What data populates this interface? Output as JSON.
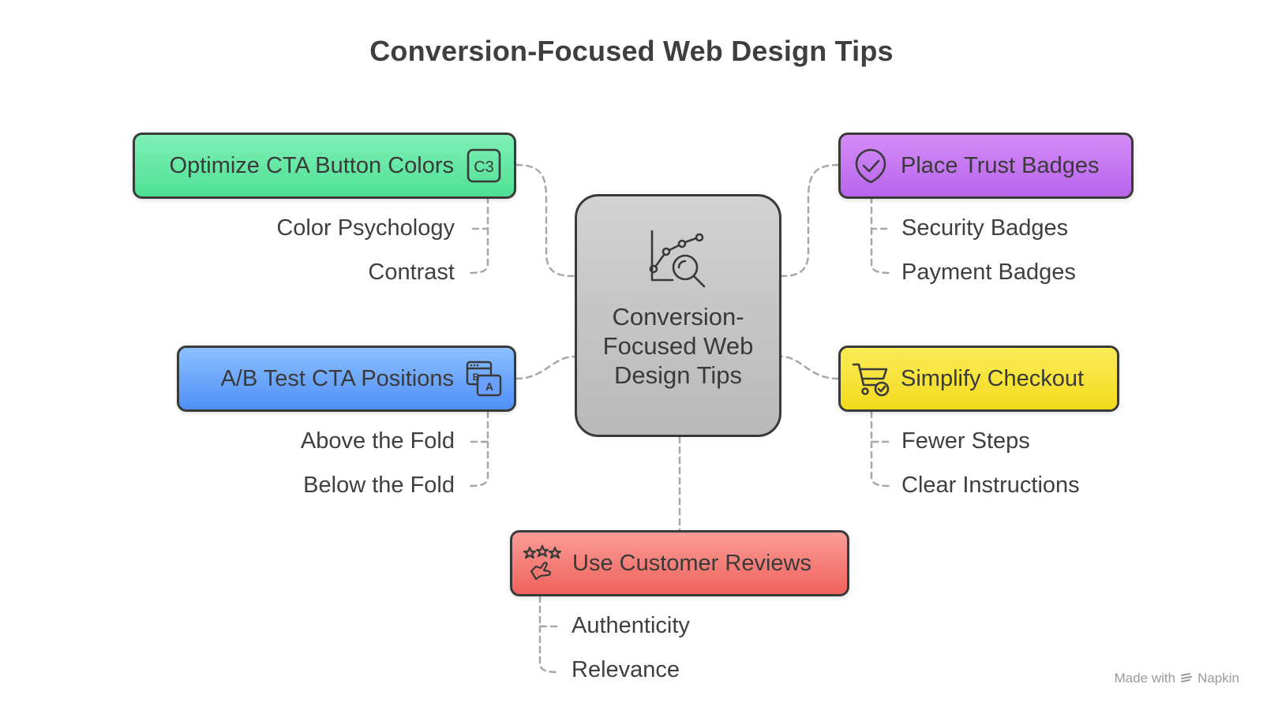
{
  "title": "Conversion-Focused Web Design Tips",
  "center": {
    "label": "Conversion-Focused Web Design Tips",
    "icon": "chart-search-icon"
  },
  "nodes": [
    {
      "label": "Optimize CTA Button Colors",
      "icon": "color-code-icon",
      "icon_text": "C3",
      "color": "#5fe8a0",
      "subs": [
        "Color Psychology",
        "Contrast"
      ]
    },
    {
      "label": "Place Trust Badges",
      "icon": "shield-check-icon",
      "color": "#c472f0",
      "subs": [
        "Security Badges",
        "Payment Badges"
      ]
    },
    {
      "label": "A/B Test CTA Positions",
      "icon": "ab-test-icon",
      "icon_b": "B",
      "icon_a": "A",
      "color": "#6aa7ff",
      "subs": [
        "Above the Fold",
        "Below the Fold"
      ]
    },
    {
      "label": "Simplify Checkout",
      "icon": "cart-check-icon",
      "color": "#f8e33a",
      "subs": [
        "Fewer Steps",
        "Clear Instructions"
      ]
    },
    {
      "label": "Use Customer Reviews",
      "icon": "stars-hand-icon",
      "color": "#f77a74",
      "subs": [
        "Authenticity",
        "Relevance"
      ]
    }
  ],
  "footer": {
    "prefix": "Made with",
    "brand": "Napkin"
  }
}
